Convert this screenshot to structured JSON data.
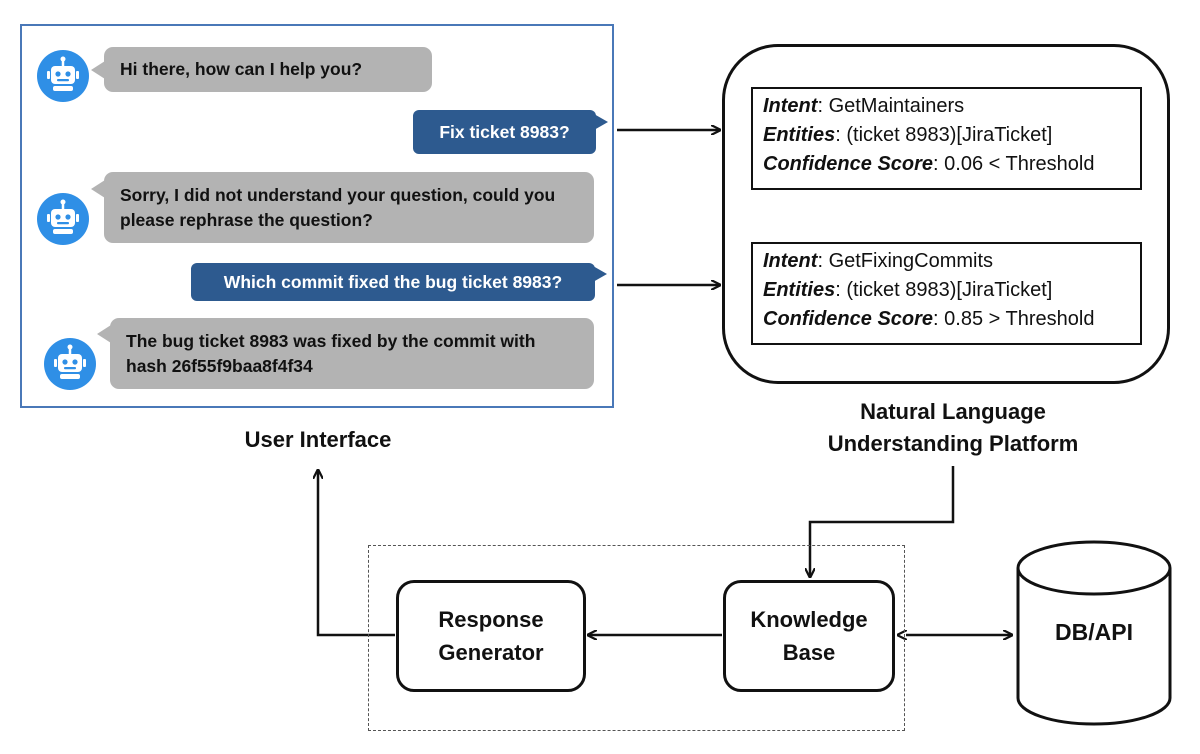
{
  "chat": {
    "messages": [
      {
        "sender": "bot",
        "text": "Hi there, how can I help you?"
      },
      {
        "sender": "user",
        "text": "Fix ticket 8983?"
      },
      {
        "sender": "bot",
        "text": "Sorry, I did not understand your question, could you please rephrase the question?"
      },
      {
        "sender": "user",
        "text": "Which commit fixed the bug ticket 8983?"
      },
      {
        "sender": "bot",
        "text": "The bug ticket 8983 was fixed by the commit with hash 26f55f9baa8f4f34"
      }
    ],
    "label": "User Interface"
  },
  "nlu": {
    "label_line1": "Natural Language",
    "label_line2": "Understanding Platform",
    "results": [
      {
        "intent_key": "Intent",
        "intent": "GetMaintainers",
        "entities_key": "Entities",
        "entities": "(ticket 8983)[JiraTicket]",
        "confidence_key": "Confidence Score",
        "confidence": "0.06 < Threshold"
      },
      {
        "intent_key": "Intent",
        "intent": "GetFixingCommits",
        "entities_key": "Entities",
        "entities": "(ticket 8983)[JiraTicket]",
        "confidence_key": "Confidence Score",
        "confidence": "0.85 > Threshold"
      }
    ]
  },
  "components": {
    "response_generator": {
      "line1": "Response",
      "line2": "Generator"
    },
    "knowledge_base": {
      "line1": "Knowledge",
      "line2": "Base"
    },
    "db_api": "DB/API"
  },
  "colors": {
    "panel_border": "#4a78b8",
    "avatar": "#2f8fe6",
    "bot_bubble": "#b3b3b3",
    "user_bubble": "#2d5a8f"
  }
}
